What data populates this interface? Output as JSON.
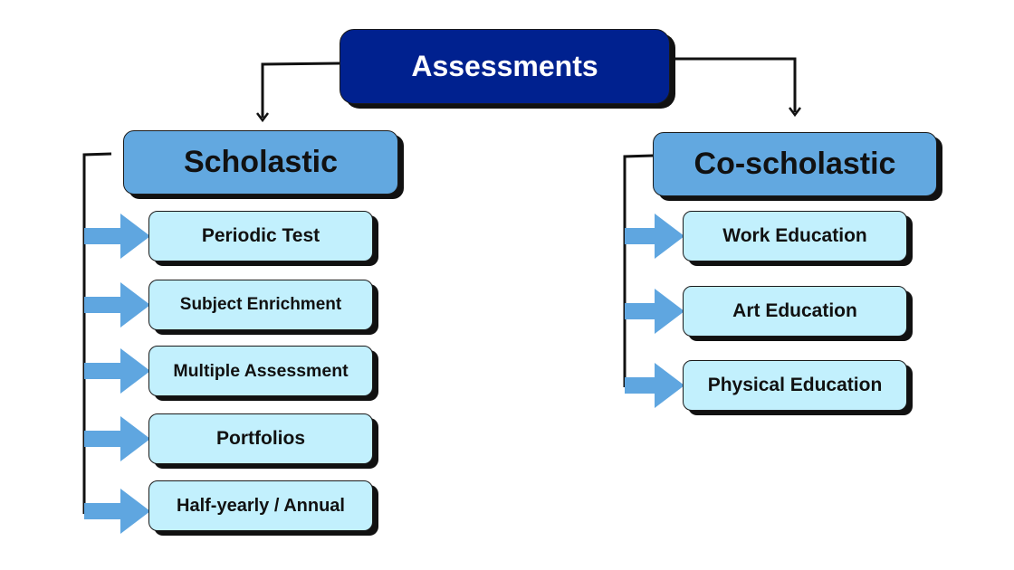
{
  "root": {
    "label": "Assessments"
  },
  "scholastic": {
    "label": "Scholastic",
    "items": [
      "Periodic Test",
      "Subject Enrichment",
      "Multiple Assessment",
      "Portfolios",
      "Half-yearly / Annual"
    ]
  },
  "coscholastic": {
    "label": "Co-scholastic",
    "items": [
      "Work Education",
      "Art Education",
      "Physical Education"
    ]
  },
  "colors": {
    "root": "#00218f",
    "category": "#62a8e0",
    "item": "#c2f0fd",
    "arrow": "#5fa6e0"
  }
}
